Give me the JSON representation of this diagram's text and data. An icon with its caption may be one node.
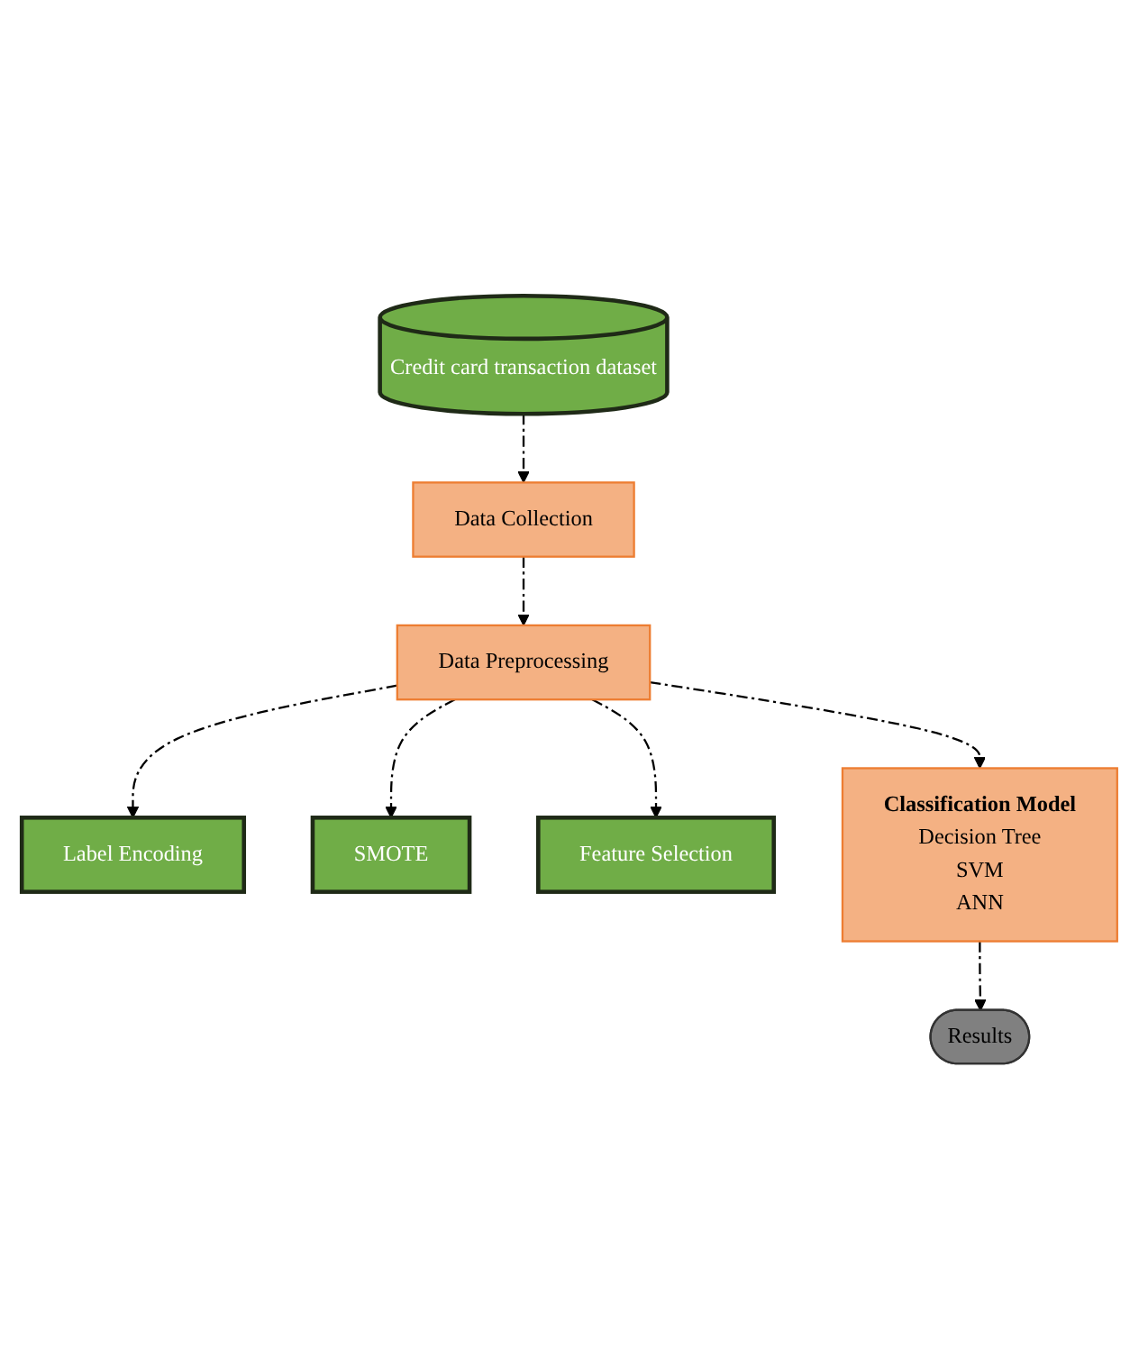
{
  "diagram": {
    "nodes": [
      {
        "text": [
          "Credit card transaction dataset"
        ]
      },
      {
        "text": [
          "Data Collection"
        ]
      },
      {
        "text": [
          "Data Preprocessing"
        ]
      },
      {
        "text": [
          "Label Encoding"
        ]
      },
      {
        "text": [
          "SMOTE"
        ]
      },
      {
        "text": [
          "Feature Selection"
        ]
      },
      {
        "text": [
          "Classification Model",
          "Decision Tree",
          "SVM",
          "ANN"
        ]
      },
      {
        "text": [
          "Results"
        ]
      }
    ],
    "edges": [
      {
        "from": 0,
        "to": 1,
        "arrow": "to",
        "style": "dashed"
      },
      {
        "from": 1,
        "to": 2,
        "arrow": "to",
        "style": "dashed"
      },
      {
        "from": 2,
        "to": 3,
        "arrow": "to",
        "style": "dashed"
      },
      {
        "from": 2,
        "to": 4,
        "arrow": "to",
        "style": "dashed"
      },
      {
        "from": 2,
        "to": 5,
        "arrow": "to",
        "style": "dashed"
      },
      {
        "from": 2,
        "to": 6,
        "arrow": "to",
        "style": "dashed"
      },
      {
        "from": 6,
        "to": 7,
        "arrow": "to",
        "style": "dashed"
      }
    ]
  }
}
